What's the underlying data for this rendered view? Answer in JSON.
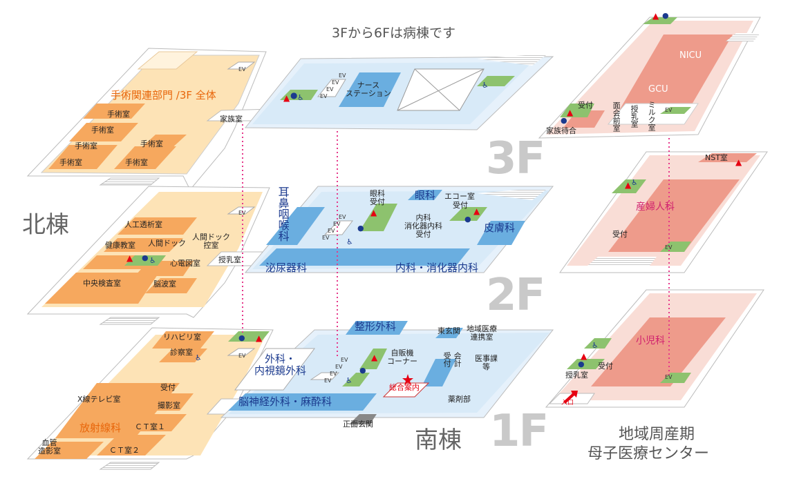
{
  "notes": {
    "floors_3_to_6": "3Fから6Fは病棟です"
  },
  "floors": {
    "f3": "3F",
    "f2": "2F",
    "f1": "1F"
  },
  "buildings": {
    "north": "北棟",
    "south": "南棟",
    "mcc_line1": "地域周産期",
    "mcc_line2": "母子医療センター"
  },
  "north3f": {
    "dept": "手術関連部門 /3F 全体",
    "rooms": [
      "手術室",
      "手術室",
      "手術室",
      "手術室",
      "手術室",
      "手術室"
    ],
    "family": "家族室",
    "ev": "EV"
  },
  "south3f": {
    "nurse": "ナース\nステーション",
    "ev": "EV"
  },
  "north2f": {
    "ai": "人工透析室",
    "kenko": "健康教室",
    "dock": "人間ドック",
    "dock_wait": "人間ドック\n控室",
    "ecg": "心電図室",
    "central": "中央検査室",
    "eeg": "脳波室",
    "nursing": "授乳室",
    "ev": "EV"
  },
  "south2f": {
    "ent": "耳鼻咽喉科",
    "eye_recep": "眼科\n受付",
    "eye": "眼科",
    "echo": "エコー室",
    "recep": "受付",
    "naika": "内科\n消化器内科\n受付",
    "derm": "皮膚科",
    "uro": "泌尿器科",
    "naika_bottom": "内科・消化器内科",
    "ev": "EV"
  },
  "north1f": {
    "reha": "リハビリ室",
    "exam": "診察室",
    "recep": "受付",
    "xtv": "X線テレビ室",
    "photo": "撮影室",
    "rad": "放射線科",
    "ct1": "ＣＴ室１",
    "ct2": "ＣＴ室２",
    "angio": "血管\n造影室",
    "ev": "EV"
  },
  "south1f": {
    "ortho": "整形外科",
    "east": "東玄関",
    "regional": "地域医療\n連携室",
    "surgery": "外科・\n内視鏡外科",
    "vending": "自販機\nコーナー",
    "kaikei": "会計",
    "uketsuke": "受付",
    "medaffairs": "医事課\n等",
    "info": "総合案内",
    "pharmacy": "薬剤部",
    "neuro": "脳神経外科・麻酔科",
    "main": "正面玄関",
    "ev": "EV"
  },
  "mcc3f": {
    "nicu": "NICU",
    "gcu": "GCU",
    "recep": "受付",
    "family": "家族待合",
    "meeting": "面会前室",
    "nursing": "授乳室",
    "milk": "ミルク室",
    "ev": "EV"
  },
  "mcc2f": {
    "nst": "NST室",
    "obgyn": "産婦人科",
    "recep": "受付",
    "ev": "EV"
  },
  "mcc1f": {
    "peds": "小児科",
    "recep": "受付",
    "nursing": "授乳室",
    "entrance": "入口",
    "ev": "EV"
  },
  "colors": {
    "floor_base": "#ffffff",
    "lightblue": "#d8eaf8",
    "blue": "#6aaee0",
    "orange_light": "#fde3b6",
    "orange": "#f6a85e",
    "pink_light": "#f9ddd6",
    "pink": "#ee9b8b",
    "green": "#8dc26e",
    "dotline": "#e6378a"
  }
}
